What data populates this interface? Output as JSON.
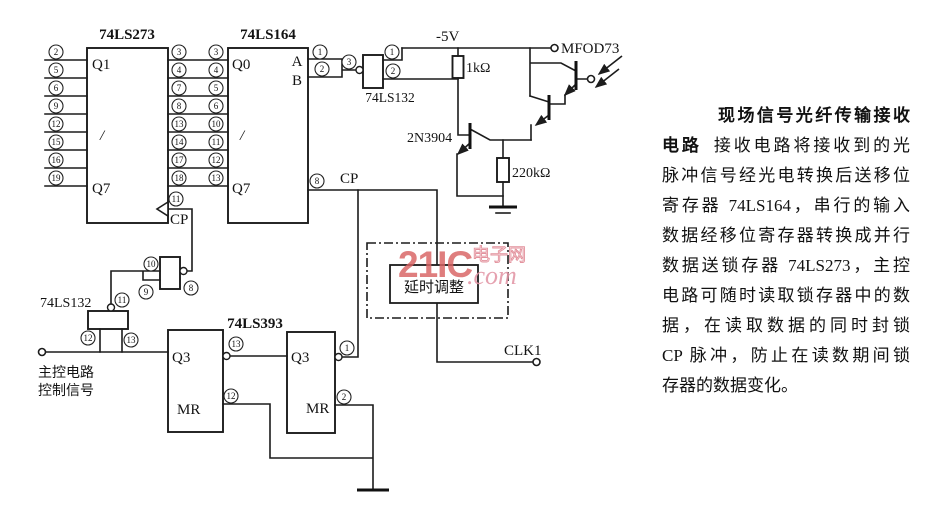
{
  "labels": {
    "ic273": "74LS273",
    "ic164": "74LS164",
    "q1": "Q1",
    "q7a": "Q7",
    "q0": "Q0",
    "q7b": "Q7",
    "slash1": "/",
    "slash2": "/",
    "cp273": "CP",
    "a": "A",
    "b": "B",
    "ls132_top": "74LS132",
    "minus5v": "-5V",
    "mfod73": "MFOD73",
    "r1": "1kΩ",
    "transistor": "2N3904",
    "r2": "220kΩ",
    "cp_net": "CP",
    "ls132_left": "74LS132",
    "ctrl_line1": "主控电路",
    "ctrl_line2": "控制信号",
    "ls393": "74LS393",
    "q3a": "Q3",
    "mra": "MR",
    "q3b": "Q3",
    "mrb": "MR",
    "delay_box": "延时调整",
    "clk1": "CLK1"
  },
  "pins": {
    "p273L": [
      "2",
      "5",
      "6",
      "9",
      "12",
      "15",
      "16",
      "19"
    ],
    "p273R": [
      "3",
      "4",
      "7",
      "8",
      "13",
      "14",
      "17",
      "18"
    ],
    "p164L": [
      "3",
      "4",
      "5",
      "6",
      "10",
      "11",
      "12",
      "13"
    ],
    "p273cp": "11",
    "p164cp": "8",
    "g1": {
      "in_a": "1",
      "in_b": "2",
      "out": "3",
      "r1": "1",
      "r2": "2"
    },
    "g2": {
      "a": "10",
      "b": "9",
      "out": "8"
    },
    "g3": {
      "out": "11",
      "a": "12",
      "b": "13"
    },
    "c393": {
      "q1": "13",
      "mr1": "12",
      "q2": "1",
      "mr2": "2"
    }
  },
  "watermark": {
    "brand": "21IC",
    "cjk": "电子网",
    "com": ".com",
    "brand_color": "#d96262",
    "accent_color": "#e08894"
  },
  "caption": {
    "title": "现场信号光纤传输接收",
    "lead": "电路",
    "line2": "接收电路将接收到的光",
    "lines": [
      "脉冲信号经光电转换后送移位",
      "寄存器 74LS164，串行的输入",
      "数据经移位寄存器转换成并行",
      "数据送锁存器 74LS273，主控",
      "电路可随时读取锁存器中的数",
      "据，在读取数据的同时封锁",
      "CP 脉冲，防止在读数期间锁",
      "存器的数据变化。"
    ]
  }
}
